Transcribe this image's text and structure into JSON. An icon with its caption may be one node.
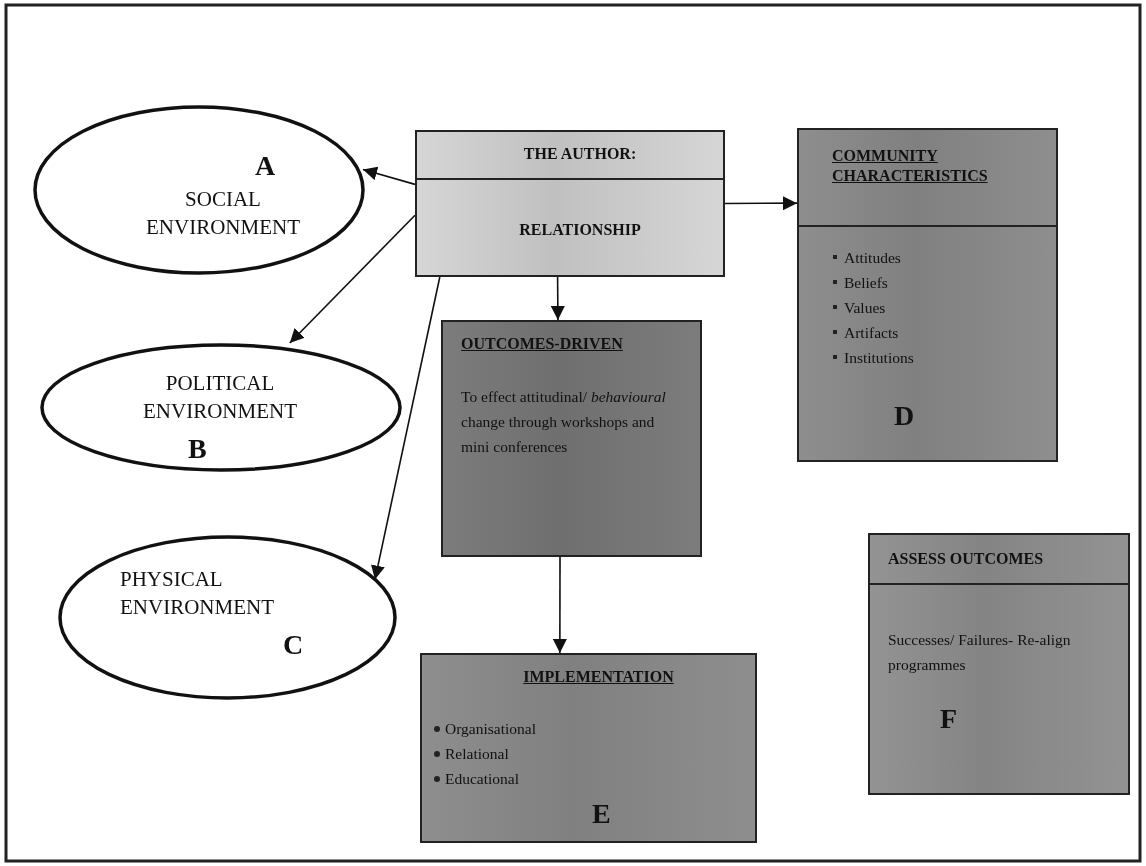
{
  "diagram": {
    "nodes": [
      {
        "text": [
          "A",
          "SOCIAL ENVIRONMENT"
        ]
      },
      {
        "text": [
          "THE AUTHOR:",
          "RELATIONSHIP"
        ]
      },
      {
        "text": [
          "COMMUNITY CHARACTERISTICS",
          "Attitudes",
          "Beliefs",
          "Values",
          "Artifacts",
          "Institutions",
          "D"
        ]
      },
      {
        "text": [
          "POLITICAL ENVIRONMENT",
          "B"
        ]
      },
      {
        "text": [
          "OUTCOMES-DRIVEN",
          "To effect  attitudinal/ *behavioural* change through  workshops and mini conferences"
        ]
      },
      {
        "text": [
          "PHYSICAL ENVIRONMENT",
          "C"
        ]
      },
      {
        "text": [
          "IMPLEMENTATION",
          "Organisational",
          "Relational",
          "Educational",
          "E"
        ]
      },
      {
        "text": [
          "ASSESS OUTCOMES",
          "Successes/ Failures- Re-align programmes",
          "F"
        ]
      }
    ],
    "edges": [
      {
        "from": 1,
        "to": 0,
        "arrow": "to"
      },
      {
        "from": 1,
        "to": 3,
        "arrow": "to"
      },
      {
        "from": 1,
        "to": 5,
        "arrow": "to"
      },
      {
        "from": 1,
        "to": 4,
        "arrow": "to"
      },
      {
        "from": 1,
        "to": 2,
        "arrow": "to"
      },
      {
        "from": 4,
        "to": 6,
        "arrow": "to"
      }
    ]
  }
}
